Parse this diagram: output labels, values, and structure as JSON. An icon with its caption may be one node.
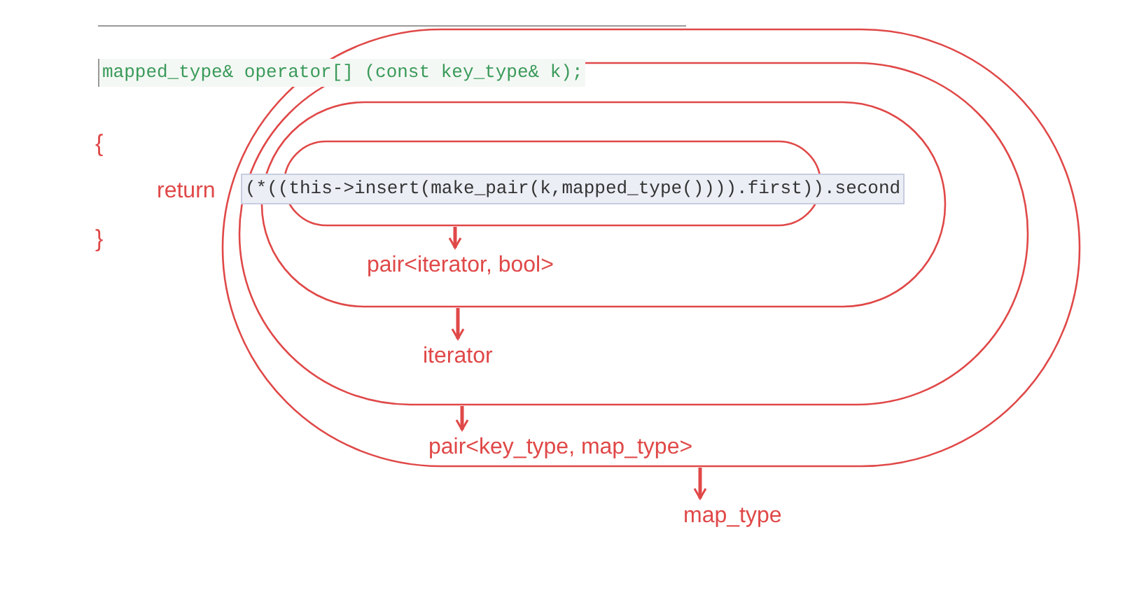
{
  "diagram": {
    "nodes": [
      {
        "text": [],
        "shape": "loop"
      },
      {
        "text": [],
        "shape": "loop",
        "in": 0
      },
      {
        "text": [],
        "shape": "loop",
        "in": 1
      },
      {
        "text": [],
        "shape": "loop",
        "in": 2
      },
      {
        "text": [
          "pair<iterator, bool>"
        ],
        "in": 2
      },
      {
        "text": [
          "iterator"
        ],
        "in": 1
      },
      {
        "text": [
          "pair<key_type, map_type>"
        ],
        "in": 0
      },
      {
        "text": [
          "map_type"
        ]
      }
    ],
    "edges": [
      {
        "from": 3,
        "to": 4,
        "arrow": "to"
      },
      {
        "from": 2,
        "to": 5,
        "arrow": "to"
      },
      {
        "from": 1,
        "to": 6,
        "arrow": "to"
      },
      {
        "from": 0,
        "to": 7,
        "arrow": "to"
      }
    ],
    "labels": [
      "mapped_type& operator[] (const key_type& k);",
      "{",
      "return",
      "(*((this->insert(make_pair(k,mapped_type()))).first)).second",
      "}"
    ]
  }
}
